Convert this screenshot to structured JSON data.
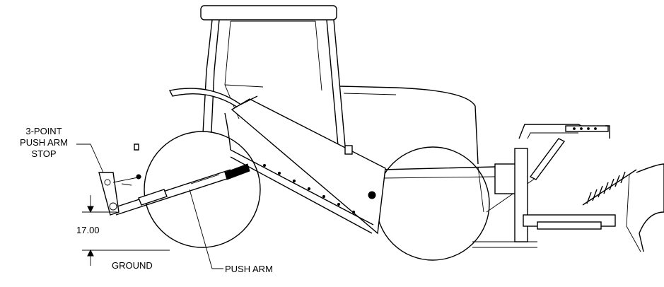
{
  "labels": {
    "stop_line1": "3-POINT",
    "stop_line2": "PUSH ARM",
    "stop_line3": "STOP",
    "dimension": "17.00",
    "ground": "GROUND",
    "push_arm": "PUSH ARM"
  },
  "colors": {
    "line": "#000000",
    "background": "#ffffff"
  }
}
